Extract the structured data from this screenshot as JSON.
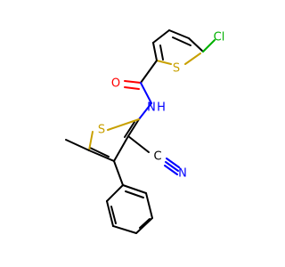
{
  "molecule": {
    "atoms": {
      "chlorine": {
        "label": "Cl",
        "color": "#00b000"
      },
      "thiophene_sulfur_top": {
        "label": "S",
        "color": "#c8a000"
      },
      "carbonyl_oxygen": {
        "label": "O",
        "color": "#ff0000"
      },
      "amide_nitrogen": {
        "label": "N",
        "color": "#0000ff"
      },
      "amide_hydrogen": {
        "label": "H",
        "color": "#0000ff"
      },
      "thiophene_sulfur_bottom": {
        "label": "S",
        "color": "#c8a000"
      },
      "cyano_carbon": {
        "label": "C",
        "color": "#000000"
      },
      "cyano_nitrogen": {
        "label": "N",
        "color": "#0000ff"
      }
    }
  }
}
